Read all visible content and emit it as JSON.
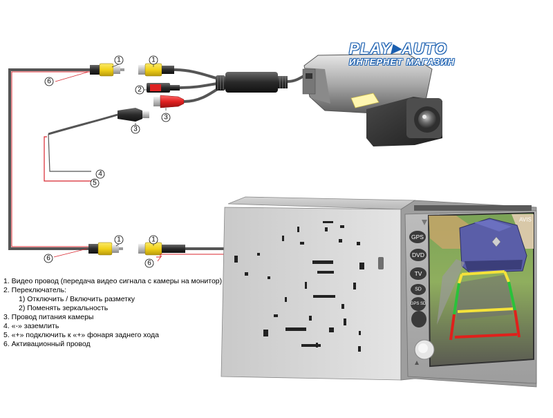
{
  "brand": {
    "name_part1": "PLAY",
    "name_part2": "AUTO",
    "tagline": "ИНТЕРНЕТ МАГАЗИН"
  },
  "legend": {
    "items": [
      "1. Видео провод (передача видео сигнала с камеры на монитор)",
      "2. Переключатель:",
      "1) Отключить / Включить разметку",
      "2) Поменять зеркальность",
      "3. Провод питания камеры",
      "4. «-» заземлить",
      "5. «+» подключить к «+» фонаря заднего хода",
      "6. Активационный провод"
    ]
  },
  "callouts": {
    "c1": "1",
    "c2": "2",
    "c3": "3",
    "c4": "4",
    "c5": "5",
    "c6": "6"
  },
  "monitor": {
    "buttons": [
      "GPS",
      "DVD",
      "TV",
      "SD",
      "GPS SD"
    ],
    "screen_text": "AVIS"
  },
  "colors": {
    "rca_yellow": "#f2d21b",
    "dc_red": "#e02020",
    "cable_gray": "#555555",
    "wire_red": "#d8262e",
    "brand_blue": "#1a5fb0"
  }
}
